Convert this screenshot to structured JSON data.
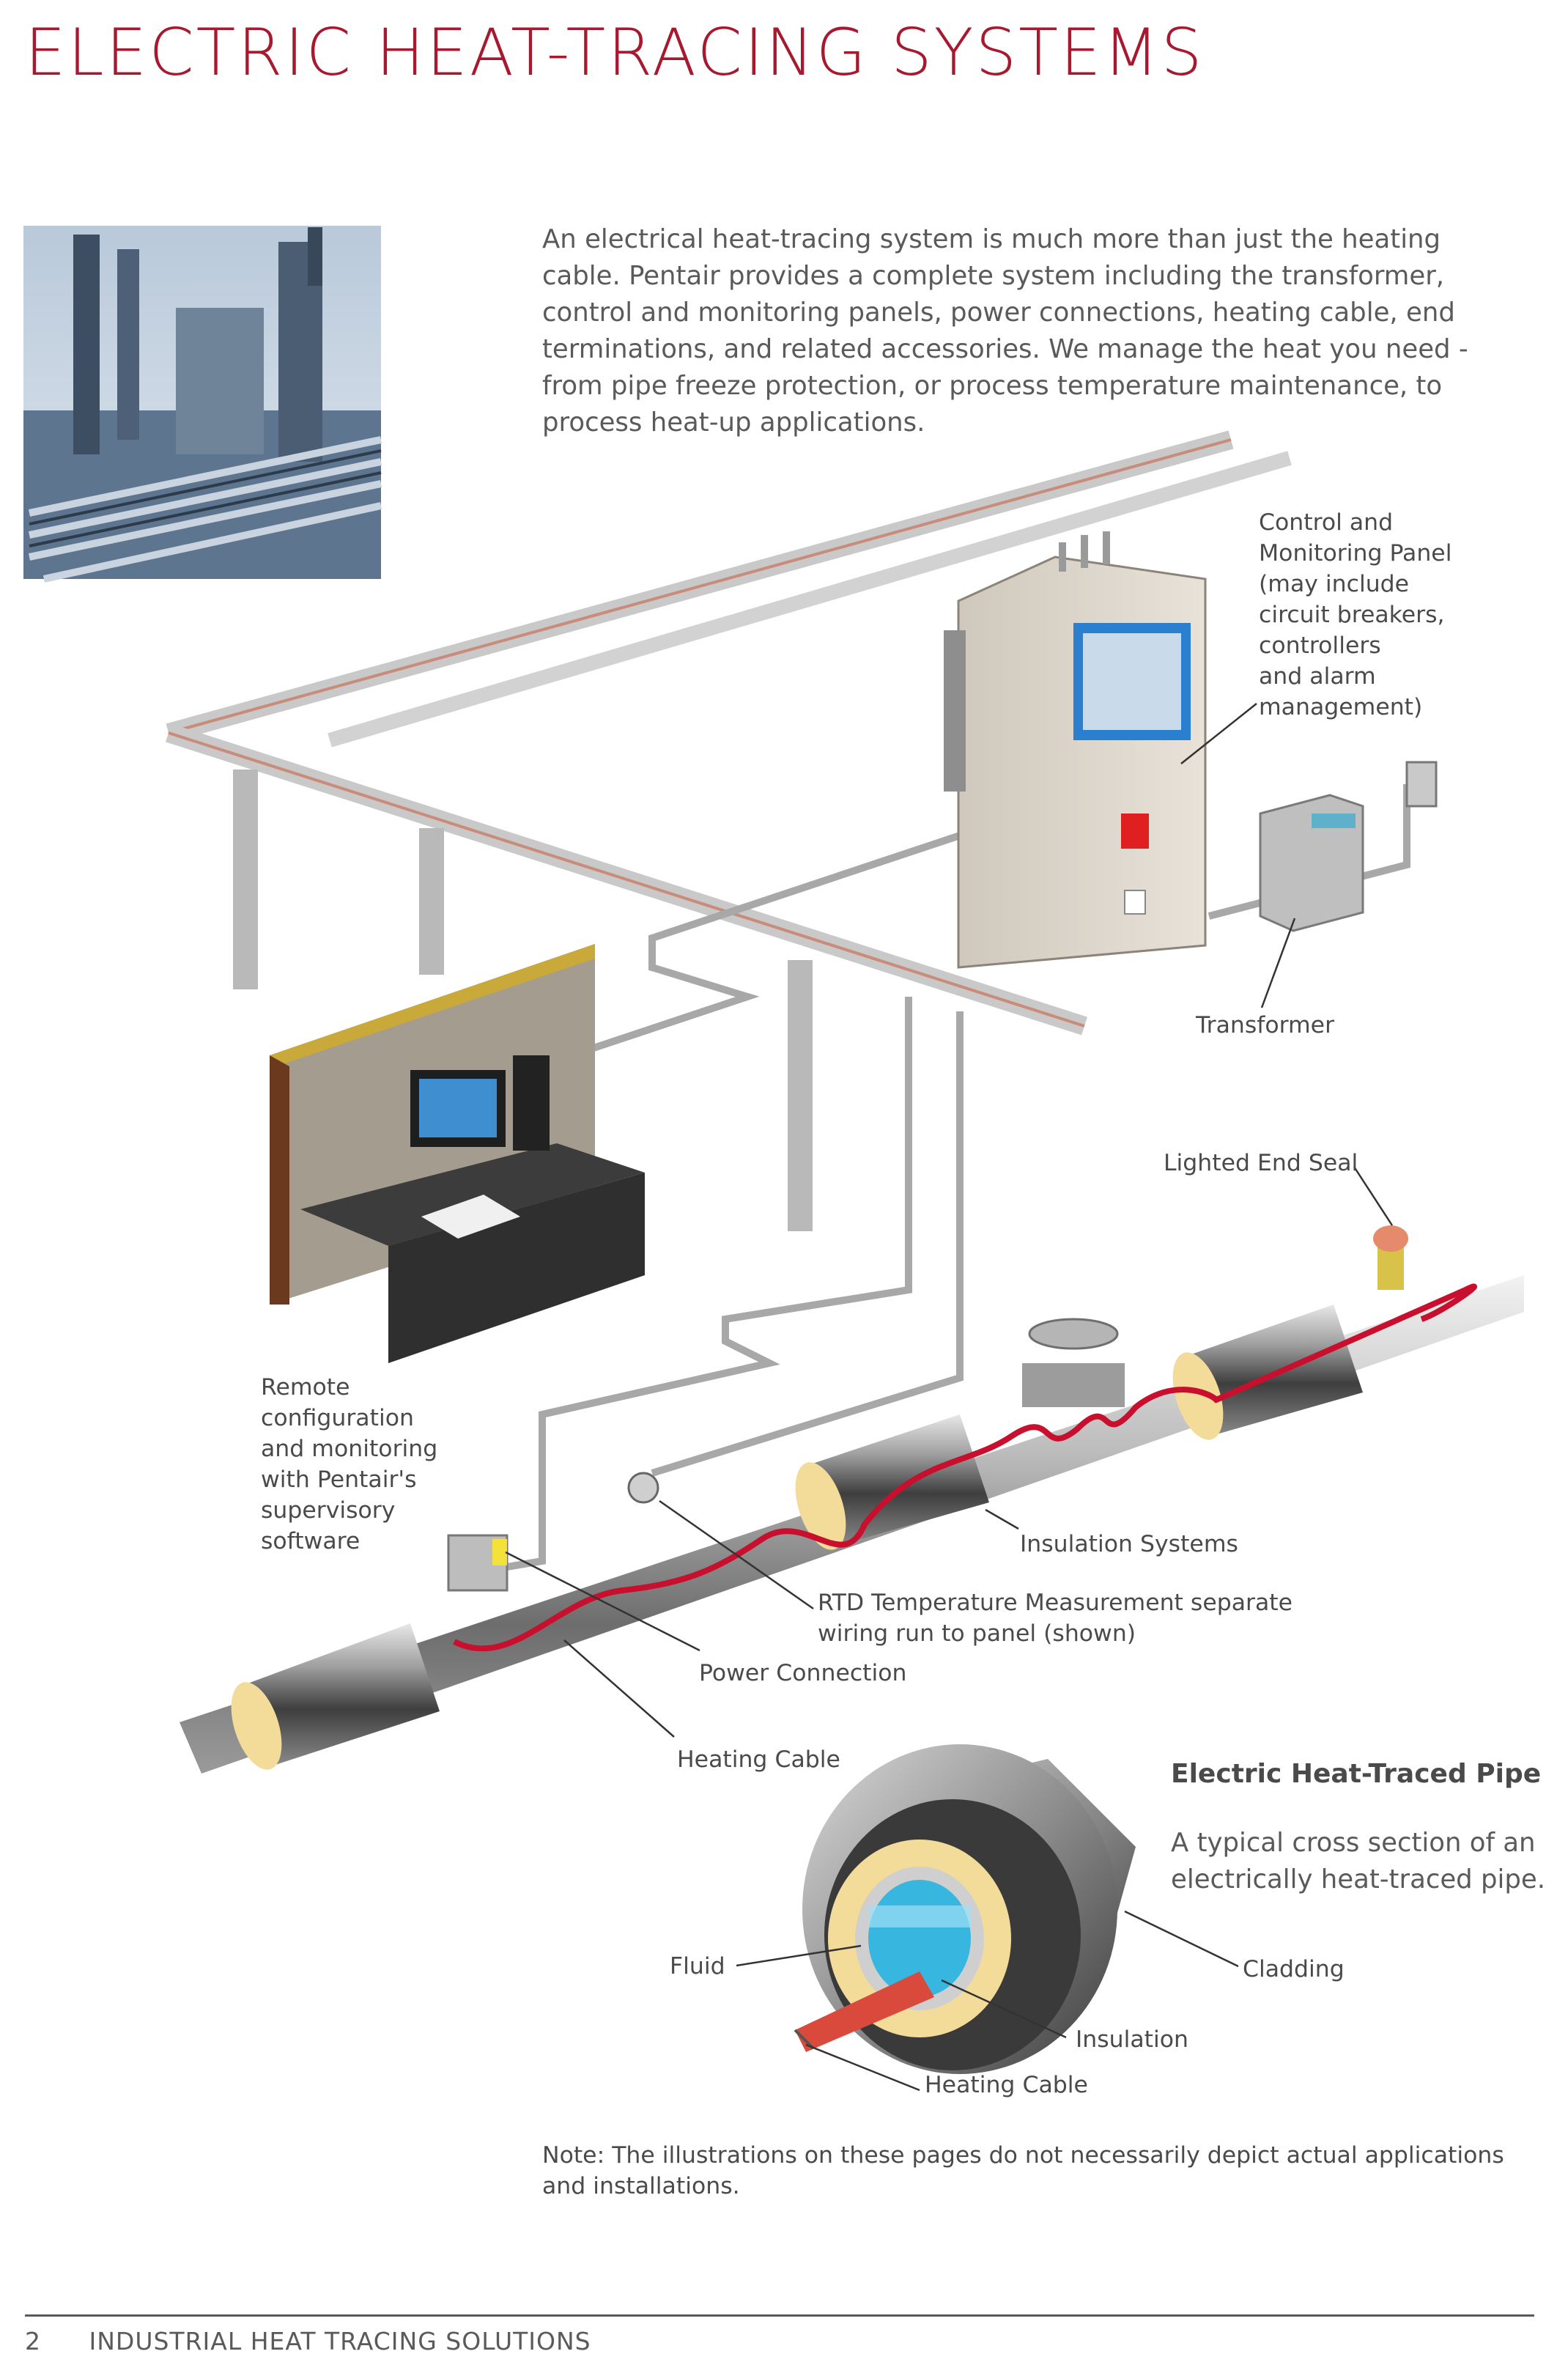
{
  "page": {
    "title": "ELECTRIC HEAT-TRACING SYSTEMS",
    "intro": "An electrical heat-tracing system is much more than just the heating cable. Pentair provides a complete system including the transformer, control and monitoring panels, power connections, heating cable, end terminations, and related accessories. We manage the heat you need - from pipe freeze protection, or process temperature maintenance, to process heat-up applications."
  },
  "labels": {
    "control_panel": [
      "Control and",
      "Monitoring Panel",
      "(may include",
      "circuit breakers,",
      "controllers",
      "and alarm",
      "management)"
    ],
    "transformer": "Transformer",
    "lighted_end_seal": "Lighted End Seal",
    "remote": [
      "Remote",
      "configuration",
      "and monitoring",
      "with Pentair's",
      "supervisory",
      "software"
    ],
    "insulation_systems": "Insulation Systems",
    "rtd": [
      "RTD Temperature Measurement separate",
      "wiring run to panel (shown)"
    ],
    "power_connection": "Power Connection",
    "heating_cable": "Heating Cable"
  },
  "cross_section": {
    "title": "Electric Heat-Traced Pipe",
    "description": "A typical cross section of an electrically heat-traced pipe.",
    "fluid": "Fluid",
    "cladding": "Cladding",
    "insulation": "Insulation",
    "heating_cable": "Heating Cable"
  },
  "note": "Note: The illustrations on these pages do not necessarily depict actual applications and installations.",
  "footer": {
    "page_number": "2",
    "text": "INDUSTRIAL HEAT TRACING SOLUTIONS"
  },
  "colors": {
    "brand_red": "#a6192e",
    "cable_red": "#c8102e",
    "insulation_yellow": "#f3dc9a",
    "fluid_blue": "#37b6e0"
  }
}
